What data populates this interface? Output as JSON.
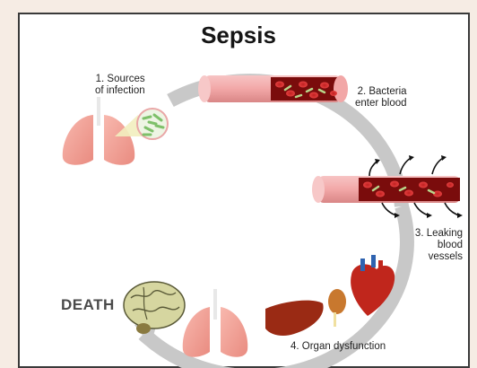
{
  "title": "Sepsis",
  "steps": [
    {
      "label": "1. Sources\nof infection"
    },
    {
      "label": "2. Bacteria\nenter blood"
    },
    {
      "label": "3. Leaking\nblood\nvessels"
    },
    {
      "label": "4. Organ dysfunction"
    }
  ],
  "outcome": "DEATH",
  "colors": {
    "cycle_arrow": "#c8c8c8",
    "vessel_outer": "#f2a7a7",
    "blood": "#b01818",
    "lung": "#f4a39a",
    "bacteria": "#7ec06a",
    "liver": "#9a2a14",
    "brain": "#d6d6a0"
  },
  "icons": [
    "lungs-icon",
    "bacteria-zoom-icon",
    "blood-vessel-icon",
    "leaking-vessel-icon",
    "brain-icon",
    "liver-icon",
    "kidney-icon",
    "heart-icon"
  ]
}
